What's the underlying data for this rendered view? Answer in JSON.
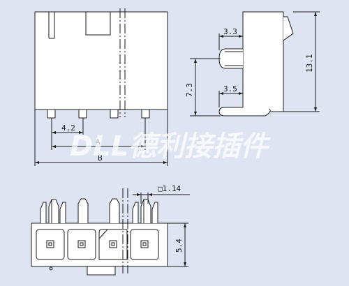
{
  "watermark": {
    "text": "DLL德利接插件"
  },
  "front_view": {
    "pitch_label": "4.2",
    "a_label": "A",
    "b_label": "B"
  },
  "side_view": {
    "top_offset_label": "3.3",
    "pin_offset_label": "3.5",
    "pin_height_label": "7.3",
    "total_height_label": "13.1"
  },
  "bottom_view": {
    "pin_size_label": "□1.14",
    "body_height_label": "5.4"
  },
  "colors": {
    "line": "#1a1a1a",
    "background": "#dfe4f3",
    "body_fill": "#ffffff"
  }
}
